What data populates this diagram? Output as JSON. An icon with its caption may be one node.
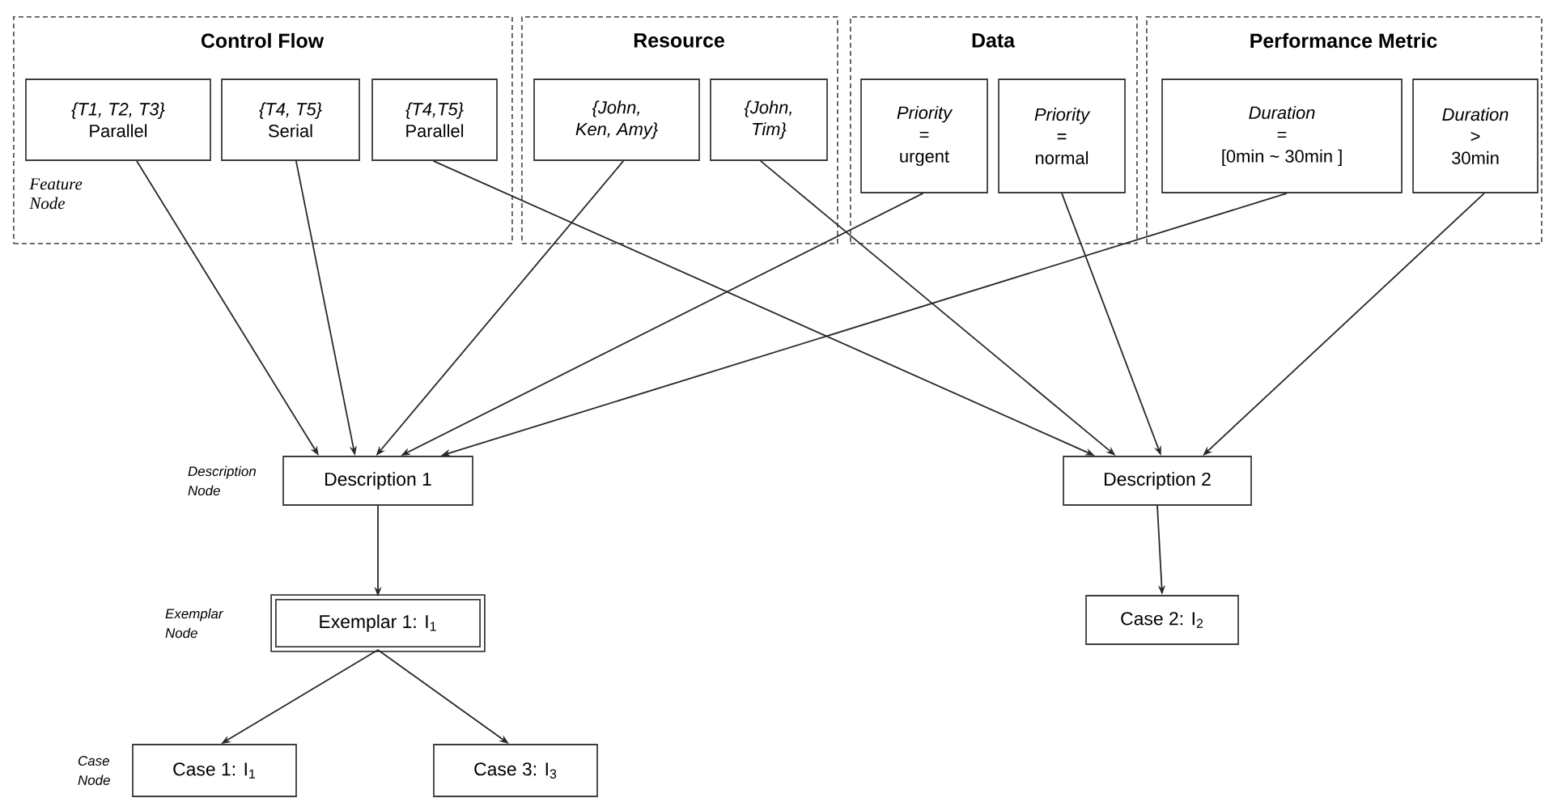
{
  "diagram": {
    "nodes": [
      {
        "text": [
          "Control Flow"
        ]
      },
      {
        "text": [
          "*{T1, T2, T3}* Parallel"
        ],
        "in": 0
      },
      {
        "text": [
          "*{T4, T5}* Serial"
        ],
        "in": 0
      },
      {
        "text": [
          "*{T4,T5}* Parallel"
        ],
        "in": 0
      },
      {
        "text": [
          "Resource"
        ]
      },
      {
        "text": [
          "{John, Ken, Amy}"
        ],
        "in": 4
      },
      {
        "text": [
          "{John, Tim}"
        ],
        "in": 4
      },
      {
        "text": [
          "Data"
        ]
      },
      {
        "text": [
          "*Priority* = urgent"
        ],
        "in": 7
      },
      {
        "text": [
          "*Priority* = normal"
        ],
        "in": 7
      },
      {
        "text": [
          "Performance Metric"
        ]
      },
      {
        "text": [
          "*Duration* = [0min ~ 30min ]"
        ],
        "in": 10
      },
      {
        "text": [
          "*Duration* > 30min"
        ],
        "in": 10
      },
      {
        "text": [
          "Description 1"
        ]
      },
      {
        "text": [
          "Description 2"
        ]
      },
      {
        "text": [
          "Exemplar 1: I$_{1}$"
        ]
      },
      {
        "text": [
          "Case 2: I$_{2}$"
        ]
      },
      {
        "text": [
          "Case 1: I$_{1}$"
        ]
      },
      {
        "text": [
          "Case 3: I$_{3}$"
        ]
      }
    ],
    "edges": [
      {
        "from": 1,
        "to": 13,
        "arrow": "to"
      },
      {
        "from": 2,
        "to": 13,
        "arrow": "to"
      },
      {
        "from": 3,
        "to": 14,
        "arrow": "to"
      },
      {
        "from": 5,
        "to": 13,
        "arrow": "to"
      },
      {
        "from": 6,
        "to": 14,
        "arrow": "to"
      },
      {
        "from": 8,
        "to": 13,
        "arrow": "to"
      },
      {
        "from": 9,
        "to": 14,
        "arrow": "to"
      },
      {
        "from": 11,
        "to": 13,
        "arrow": "to"
      },
      {
        "from": 12,
        "to": 14,
        "arrow": "to"
      },
      {
        "from": 13,
        "to": 15,
        "arrow": "to"
      },
      {
        "from": 14,
        "to": 16,
        "arrow": "to"
      },
      {
        "from": 15,
        "to": 17,
        "arrow": "to"
      },
      {
        "from": 15,
        "to": 18,
        "arrow": "to"
      }
    ],
    "labels": [
      "Feature Node",
      "Description Node",
      "Exemplar Node",
      "Case Node"
    ]
  }
}
